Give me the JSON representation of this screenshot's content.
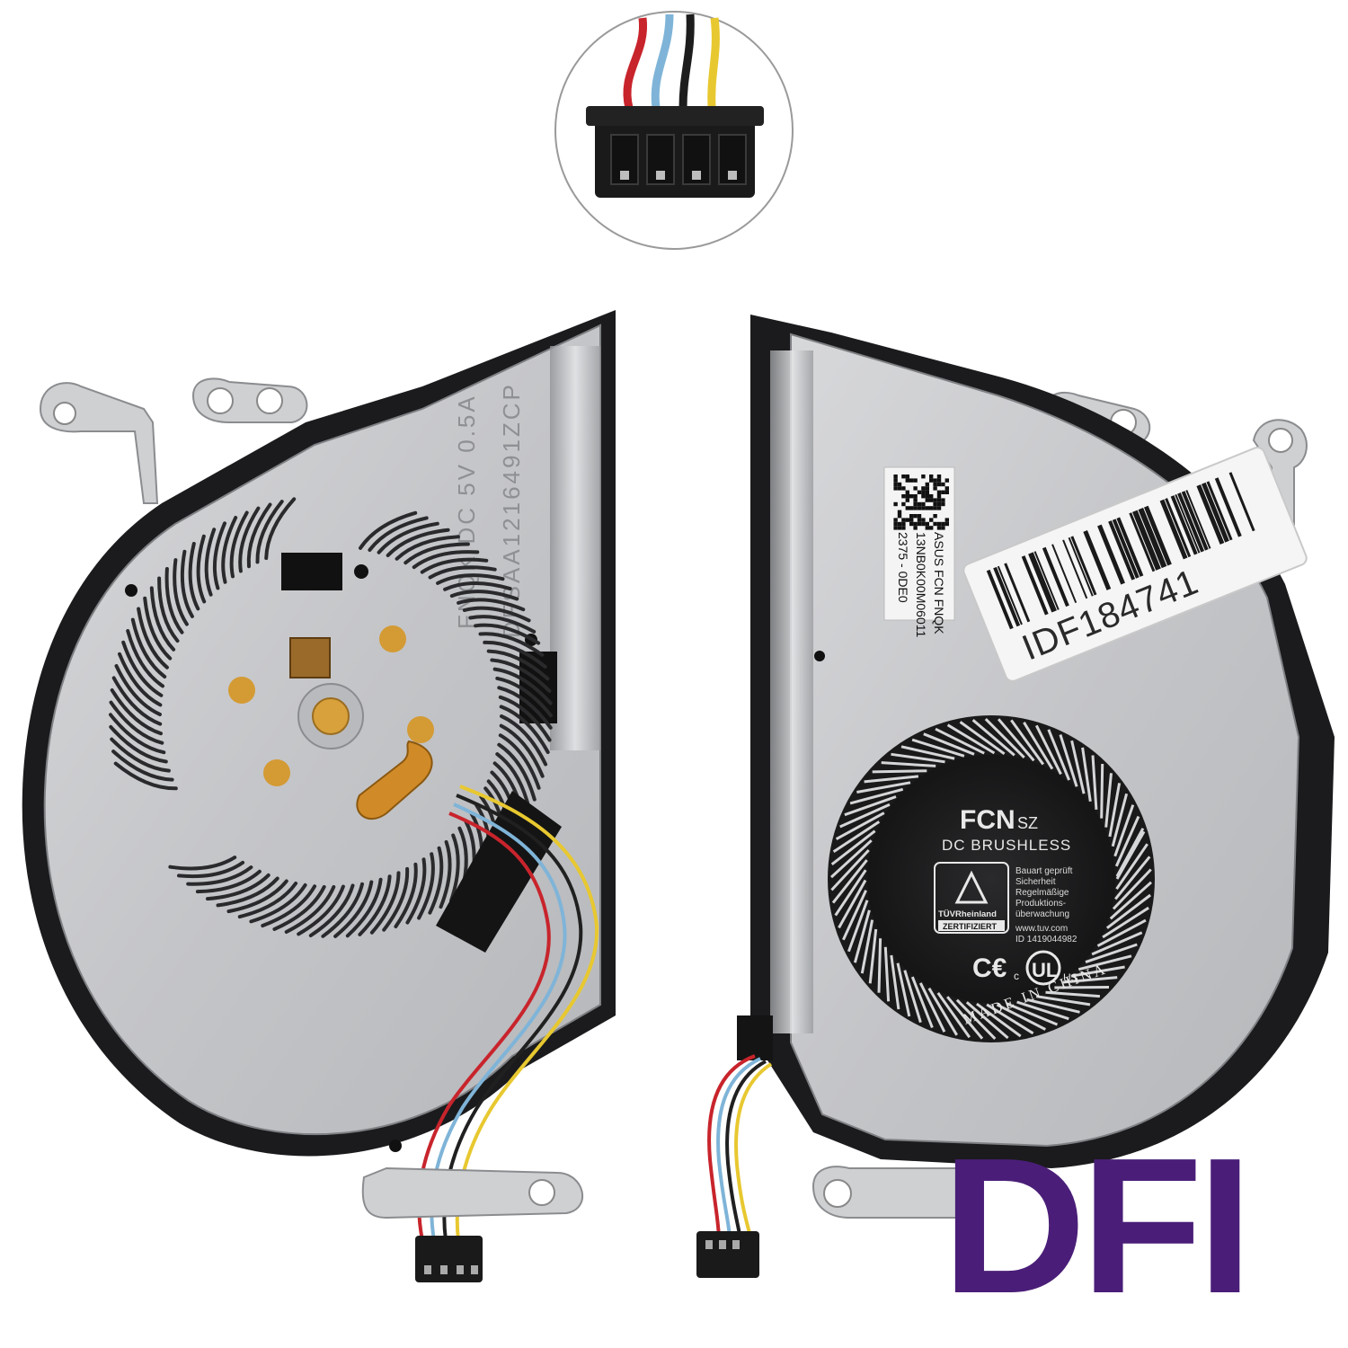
{
  "left_fan": {
    "stamp_line1": "FNQK DC 5V 0.5A",
    "stamp_line2": "DFSAA1216491ZCP"
  },
  "right_fan": {
    "label": {
      "line1": "ASUS FCN FNQK",
      "line2": "13NB0K00M06011",
      "line3": "2375 - 0DE0"
    },
    "barcode_text": "IDF184741",
    "hub": {
      "brand": "FCN",
      "brand_suffix": "SZ",
      "type": "DC BRUSHLESS",
      "cert_lines": [
        "Bauart geprüft",
        "Sicherheit",
        "Regelmäßige",
        "Produktions-",
        "überwachung"
      ],
      "tuv_url": "www.tuv.com",
      "tuv_id": "ID 1419044982",
      "tuv_name": "TÜVRheinland",
      "tuv_cert": "ZERTIFIZIERT",
      "origin": "MADE IN CHINA"
    }
  },
  "watermark": {
    "text": "DFI",
    "color": "#4a1e78"
  },
  "colors": {
    "metal": "#c8c9cb",
    "metal_dark": "#9c9ea1",
    "plastic": "#1b1b1d",
    "background": "#ffffff"
  }
}
